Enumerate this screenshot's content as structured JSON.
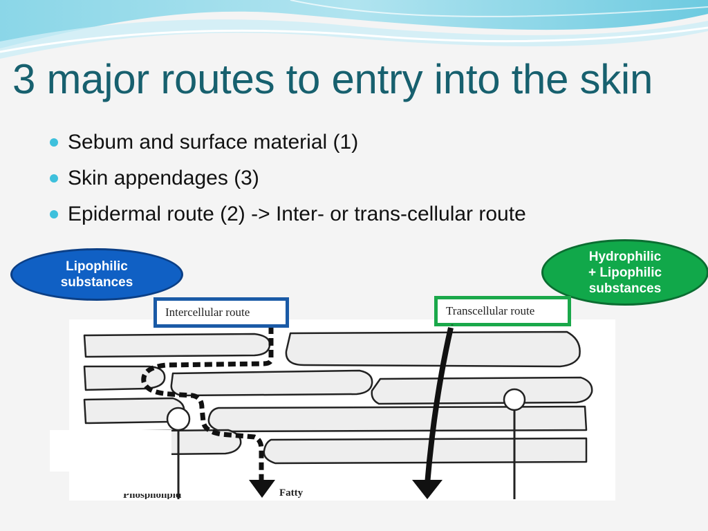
{
  "slide": {
    "title": "3 major routes to entry into the skin",
    "bullets": [
      "Sebum and surface material (1)",
      "Skin appendages (3)",
      "Epidermal route (2) -> Inter- or trans-cellular route"
    ]
  },
  "ovals": {
    "lipophilic": "Lipophilic\nsubstances",
    "hydrophilic": "Hydrophilic\n+ Lipophilic\nsubstances"
  },
  "diagram": {
    "intercellular_label": "Intercellular route",
    "transcellular_label": "Transcellular route",
    "fatty_label": "Fatty",
    "bottom_left_label": "Phospholipid",
    "transcellular_arrow_marker": "-"
  },
  "colors": {
    "title": "#17606e",
    "bullet": "#3ec0dc",
    "lipophilic_oval": "#1060c4",
    "hydrophilic_oval": "#11a84a",
    "intercellular_box": "#1a5aa6",
    "transcellular_box": "#1aa84a"
  }
}
